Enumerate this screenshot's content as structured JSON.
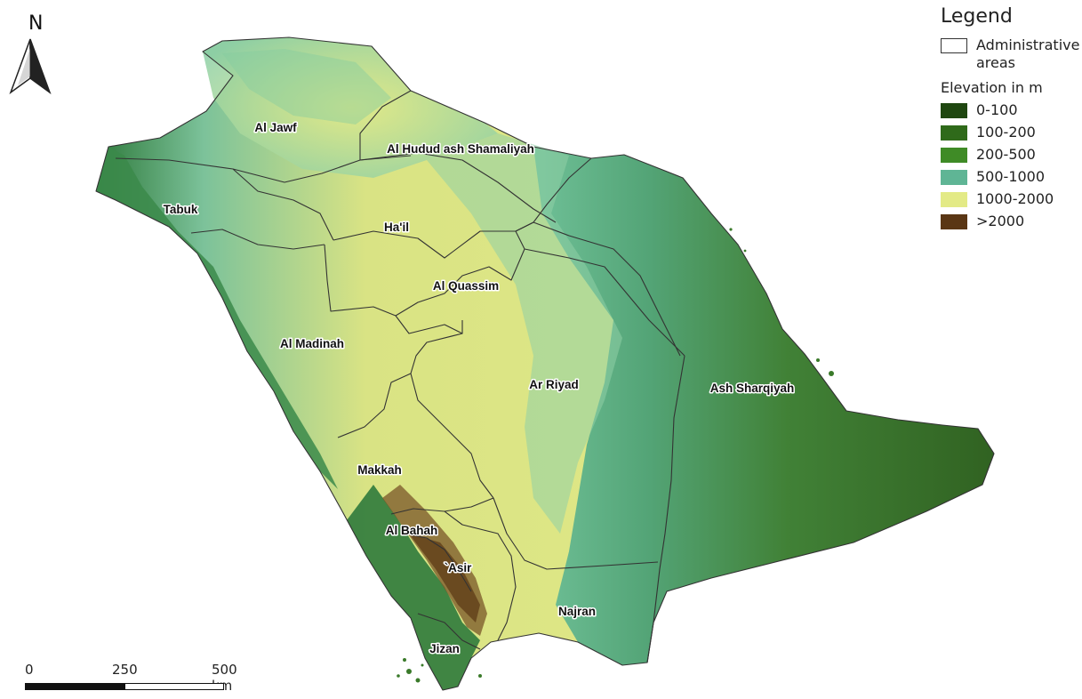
{
  "north_arrow": {
    "letter": "N"
  },
  "legend": {
    "title": "Legend",
    "admin_label": "Administrative areas",
    "elevation_title": "Elevation in m",
    "classes": [
      {
        "label": "0-100",
        "color": "#1f4710"
      },
      {
        "label": "100-200",
        "color": "#2f6a1a"
      },
      {
        "label": "200-500",
        "color": "#3f8b26"
      },
      {
        "label": "500-1000",
        "color": "#5fb595"
      },
      {
        "label": "1000-2000",
        "color": "#e3ea86"
      },
      {
        "label": ">2000",
        "color": "#5a3614"
      }
    ]
  },
  "regions": [
    {
      "id": "al-jawf",
      "name": "Al Jawf"
    },
    {
      "id": "al-hudud",
      "name": "Al Hudud ash Shamaliyah"
    },
    {
      "id": "tabuk",
      "name": "Tabuk"
    },
    {
      "id": "hail",
      "name": "Ha'il"
    },
    {
      "id": "al-quassim",
      "name": "Al Quassim"
    },
    {
      "id": "al-madinah",
      "name": "Al Madinah"
    },
    {
      "id": "ar-riyad",
      "name": "Ar Riyad"
    },
    {
      "id": "ash-sharqiyah",
      "name": "Ash Sharqiyah"
    },
    {
      "id": "makkah",
      "name": "Makkah"
    },
    {
      "id": "al-bahah",
      "name": "Al Bahah"
    },
    {
      "id": "asir",
      "name": "`Asir"
    },
    {
      "id": "najran",
      "name": "Najran"
    },
    {
      "id": "jizan",
      "name": "Jizan"
    }
  ],
  "scale_bar": {
    "labels": [
      "0",
      "250",
      "500 km"
    ]
  }
}
